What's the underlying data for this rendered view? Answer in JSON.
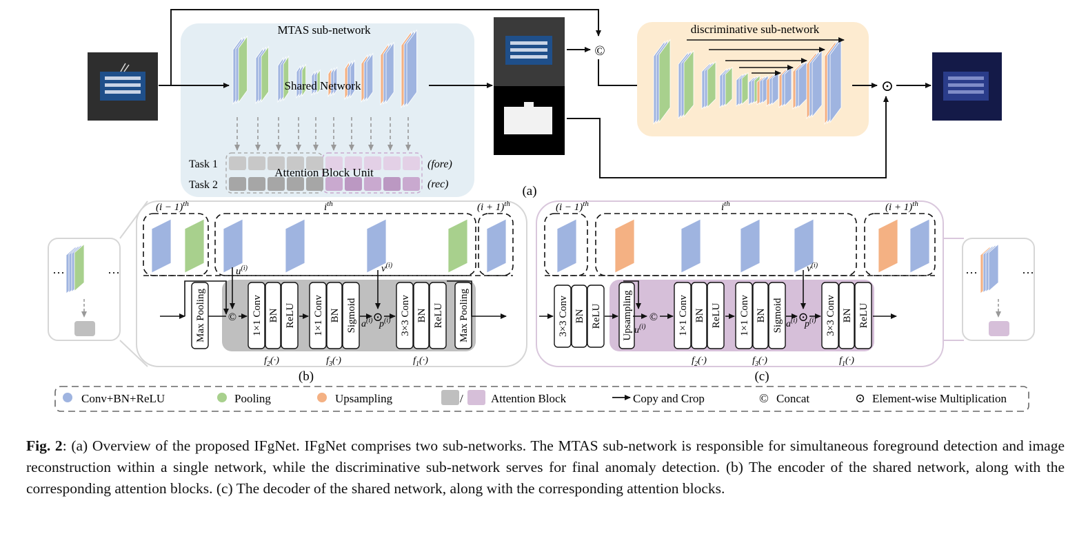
{
  "figure": {
    "panel_a": {
      "mtas_title": "MTAS sub-network",
      "shared_network": "Shared Network",
      "task1": "Task 1",
      "task2": "Task 2",
      "attention_unit": "Attention Block Unit",
      "fore": "(fore)",
      "rec": "(rec)",
      "disc_title": "discriminative sub-network",
      "concat_symbol": "©",
      "mult_symbol": "⊙",
      "label": "(a)"
    },
    "panel_b": {
      "prev_label": "(i − 1)",
      "cur_label": "i",
      "next_label": "(i + 1)",
      "th": "th",
      "u": "u",
      "v": "v",
      "a": "a",
      "p": "p",
      "sup_i": "(i)",
      "max_pool": "Max Pooling",
      "conv1x1": "1×1 Conv",
      "bn": "BN",
      "relu": "ReLU",
      "sigmoid": "Sigmoid",
      "conv3x3": "3×3 Conv",
      "f1": "f",
      "f1_sub": "1",
      "f2_sub": "2",
      "f3_sub": "3",
      "fn_args": "(·)",
      "label": "(b)",
      "ellipsis": "···"
    },
    "panel_c": {
      "conv3x3": "3×3 Conv",
      "bn": "BN",
      "relu": "ReLU",
      "upsampling": "Upsampling",
      "conv1x1": "1×1 Conv",
      "sigmoid": "Sigmoid",
      "label": "(c)"
    },
    "legend": {
      "conv": "Conv+BN+ReLU",
      "pooling": "Pooling",
      "upsampling": "Upsampling",
      "slash": "/",
      "attention": "Attention Block",
      "copy_crop": "Copy and Crop",
      "concat_symbol": "©",
      "concat": "Concat",
      "mult_symbol": "⊙",
      "mult": "Element-wise Multiplication"
    }
  },
  "colors": {
    "conv_blue": "#9fb4e0",
    "pool_green": "#a8d08d",
    "up_orange": "#f4b183",
    "attn_gray": "#bfbfbf",
    "attn_purple": "#d6bfd9",
    "mtas_bg": "#e4eef4",
    "disc_bg": "#fdebd0"
  },
  "caption": {
    "fig_label": "Fig. 2",
    "text": ": (a) Overview of the proposed IFgNet. IFgNet comprises two sub-networks. The MTAS sub-network is responsible for simultaneous foreground detection and image reconstruction within a single network, while the discriminative sub-network serves for final anomaly detection. (b) The encoder of the shared network, along with the corresponding attention blocks. (c) The decoder of the shared network, along with the corresponding attention blocks."
  }
}
